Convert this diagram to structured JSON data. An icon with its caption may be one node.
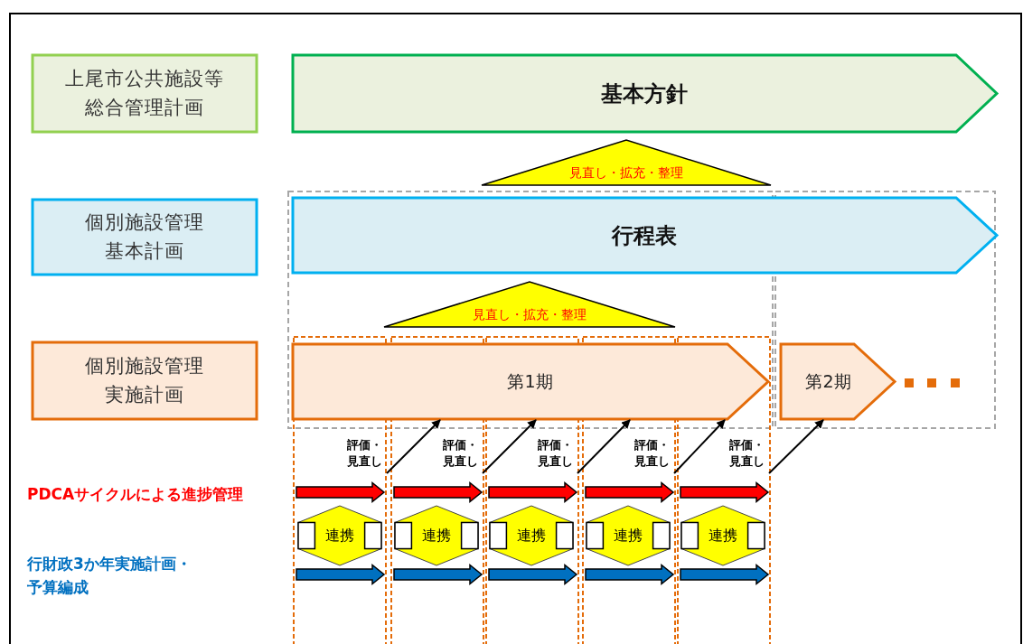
{
  "diagram": {
    "nodes": [
      {
        "text": [
          "上尾市公共施設等総合管理計画"
        ]
      },
      {
        "text": [
          "基本方針"
        ]
      },
      {
        "text": [
          "個別施設管理基本計画"
        ]
      },
      {
        "text": [
          "行程表"
        ]
      },
      {
        "text": [
          "個別施設管理実施計画"
        ]
      },
      {
        "text": [
          "第1期"
        ]
      },
      {
        "text": [
          "第2期"
        ]
      },
      {
        "text": [
          "見直し・拡充・整理"
        ]
      },
      {
        "text": [
          "見直し・拡充・整理"
        ]
      },
      {
        "text": [
          "連携"
        ]
      },
      {
        "text": [
          "連携"
        ]
      },
      {
        "text": [
          "連携"
        ]
      },
      {
        "text": [
          "連携"
        ]
      },
      {
        "text": [
          "連携"
        ]
      },
      {
        "text": [
          "評価・見直し"
        ]
      },
      {
        "text": [
          "評価・見直し"
        ]
      },
      {
        "text": [
          "評価・見直し"
        ]
      },
      {
        "text": [
          "評価・見直し"
        ]
      },
      {
        "text": [
          "評価・見直し"
        ]
      },
      {
        "text": [],
        "shape": "arrow"
      },
      {
        "text": [],
        "shape": "arrow"
      },
      {
        "text": [],
        "shape": "arrow"
      },
      {
        "text": [],
        "shape": "arrow"
      },
      {
        "text": [],
        "shape": "arrow"
      },
      {
        "text": [],
        "shape": "arrow"
      },
      {
        "text": [],
        "shape": "arrow"
      },
      {
        "text": [],
        "shape": "arrow"
      },
      {
        "text": [],
        "shape": "arrow"
      },
      {
        "text": [],
        "shape": "arrow"
      }
    ],
    "edges": [
      {
        "from": 14,
        "to": 5,
        "arrow": "to"
      },
      {
        "from": 15,
        "to": 5,
        "arrow": "to"
      },
      {
        "from": 16,
        "to": 5,
        "arrow": "to"
      },
      {
        "from": 17,
        "to": 5,
        "arrow": "to"
      },
      {
        "from": 18,
        "to": 6,
        "arrow": "to"
      }
    ],
    "labels": [
      "PDCAサイクルによる進捗管理",
      "行財政3か年実施計画・予算編成"
    ]
  }
}
